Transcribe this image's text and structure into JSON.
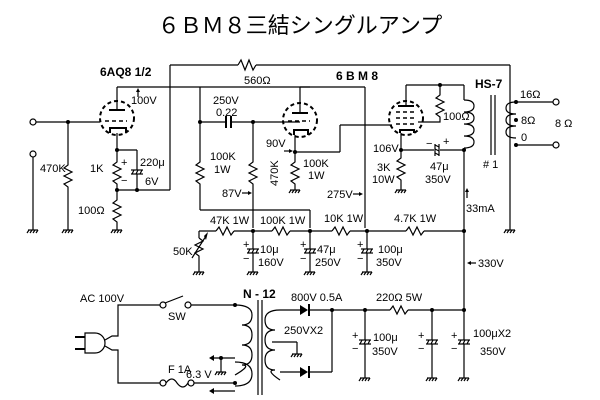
{
  "title": "６ＢＭ８三結シングルアンプ",
  "tubes": {
    "preamp": "6AQ8 1/2",
    "power": "6 B M 8"
  },
  "output_transformer": {
    "name": "HS-7",
    "id": "# 1",
    "taps": [
      "16Ω",
      "8Ω",
      "0"
    ],
    "load": "8 Ω"
  },
  "power_transformer": {
    "name": "N - 12",
    "secondary": "250VX2",
    "heater": "6.3 V"
  },
  "mains": {
    "label": "AC 100V",
    "switch": "SW",
    "fuse": "F 1A"
  },
  "components": {
    "r_input": "470K",
    "r_cathode1": "1K",
    "c_cathode1_value": "220μ",
    "c_cathode1_voltage": "6V",
    "r_cathode1_nfb": "100Ω",
    "r_feedback": "560Ω",
    "c_coupling_voltage": "250V",
    "c_coupling_value": "0.22",
    "r_plate1_value": "100K",
    "r_plate1_power": "1W",
    "r_grid2": "470K",
    "r_cathode2_value": "100K",
    "r_cathode2_power": "1W",
    "r_cathode3_value": "3K",
    "r_cathode3_power": "10W",
    "r_g2": "100Ω",
    "c_bypass3_value": "47μ",
    "c_bypass3_voltage": "350V",
    "vr": "50K",
    "r_d1": "47K 1W",
    "r_d2": "100K 1W",
    "r_d3": "10K 1W",
    "r_d4": "4.7K 1W",
    "c_d1_value": "10μ",
    "c_d1_voltage": "160V",
    "c_d2_value": "47μ",
    "c_d2_voltage": "250V",
    "c_d3_value": "100μ",
    "c_d3_voltage": "350V",
    "diode": "800V 0.5A",
    "r_choke": "220Ω 5W",
    "c_ps1_value": "100μ",
    "c_ps1_voltage": "350V",
    "c_ps2_value": "100μX2",
    "c_ps2_voltage": "350V"
  },
  "voltages": {
    "plate1": "100V",
    "cathode1": "90V",
    "grid_bias": "87V",
    "b_plus2": "275V",
    "cathode3": "106V",
    "current": "33mA",
    "b_plus1": "330V"
  },
  "polarity": {
    "plus": "+",
    "minus": "−"
  }
}
